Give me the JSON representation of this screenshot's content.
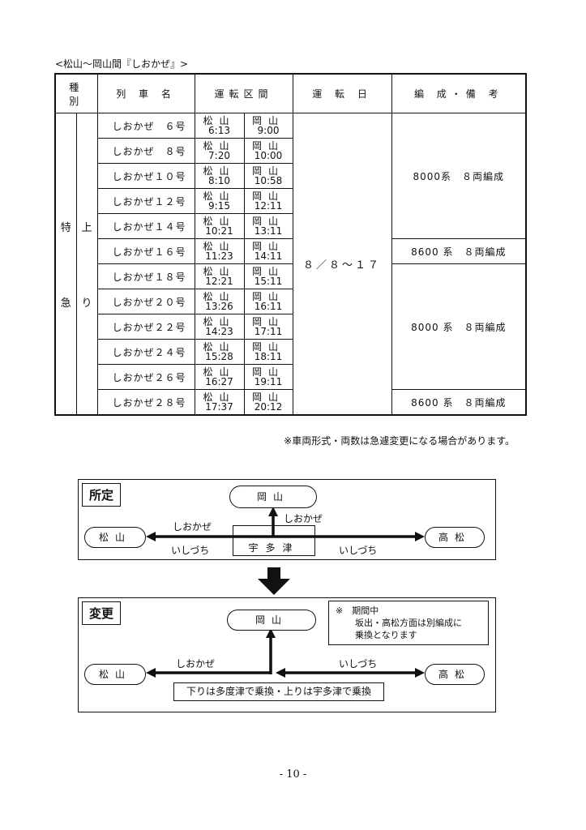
{
  "heading": "<松山〜岡山間『しおかぜ』>",
  "table": {
    "headers": [
      "種　別",
      "列 車 名",
      "運転区間",
      "運 転 日",
      "編 成・備 考"
    ],
    "category_col1": [
      "特",
      "急"
    ],
    "category_col2": [
      "上",
      "り"
    ],
    "rows": [
      {
        "name": "しおかぜ　６号",
        "from": "松山",
        "dep": "6:13",
        "to": "岡山",
        "arr": "9:00"
      },
      {
        "name": "しおかぜ　８号",
        "from": "松山",
        "dep": "7:20",
        "to": "岡山",
        "arr": "10:00"
      },
      {
        "name": "しおかぜ１０号",
        "from": "松山",
        "dep": "8:10",
        "to": "岡山",
        "arr": "10:58"
      },
      {
        "name": "しおかぜ１２号",
        "from": "松山",
        "dep": "9:15",
        "to": "岡山",
        "arr": "12:11"
      },
      {
        "name": "しおかぜ１４号",
        "from": "松山",
        "dep": "10:21",
        "to": "岡山",
        "arr": "13:11"
      },
      {
        "name": "しおかぜ１６号",
        "from": "松山",
        "dep": "11:23",
        "to": "岡山",
        "arr": "14:11"
      },
      {
        "name": "しおかぜ１８号",
        "from": "松山",
        "dep": "12:21",
        "to": "岡山",
        "arr": "15:11"
      },
      {
        "name": "しおかぜ２０号",
        "from": "松山",
        "dep": "13:26",
        "to": "岡山",
        "arr": "16:11"
      },
      {
        "name": "しおかぜ２２号",
        "from": "松山",
        "dep": "14:23",
        "to": "岡山",
        "arr": "17:11"
      },
      {
        "name": "しおかぜ２４号",
        "from": "松山",
        "dep": "15:28",
        "to": "岡山",
        "arr": "18:11"
      },
      {
        "name": "しおかぜ２６号",
        "from": "松山",
        "dep": "16:27",
        "to": "岡山",
        "arr": "19:11"
      },
      {
        "name": "しおかぜ２８号",
        "from": "松山",
        "dep": "17:37",
        "to": "岡山",
        "arr": "20:12"
      }
    ],
    "operating_days": "８／８〜１７",
    "formations": [
      "8000系　８両編成",
      "8600 系　８両編成",
      "8000 系　８両編成",
      "8600 系　８両編成"
    ]
  },
  "note": "※車両形式・両数は急遽変更になる場合があります。",
  "diagram_normal": {
    "label": "所定",
    "okayama": "岡山",
    "matsuyama": "松山",
    "takamatsu": "高松",
    "utazu": "宇多津",
    "shiokaze_left": "しおかぜ",
    "shiokaze_up": "しおかぜ",
    "ishizuchi_left": "いしづち",
    "ishizuchi_right": "いしづち"
  },
  "diagram_changed": {
    "label": "変更",
    "okayama": "岡山",
    "matsuyama": "松山",
    "takamatsu": "高松",
    "shiokaze": "しおかぜ",
    "ishizuchi": "いしづち",
    "transfer_note": "下りは多度津で乗換・上りは宇多津で乗換",
    "period_note": [
      "※　期間中",
      "坂出・高松方面は別編成に",
      "乗換となります"
    ]
  },
  "page_number": "- 10 -"
}
